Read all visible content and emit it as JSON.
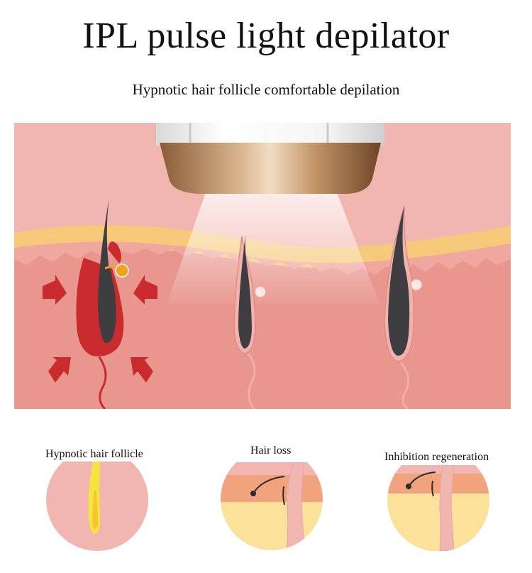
{
  "header": {
    "title": "IPL pulse light depilator",
    "subtitle": "Hypnotic hair follicle comfortable depilation"
  },
  "steps": [
    {
      "label": "Hypnotic hair follicle"
    },
    {
      "label": "Hair loss"
    },
    {
      "label": "Inhibition regeneration"
    }
  ],
  "colors": {
    "background": "#f2b6b0",
    "skin_surface": "#f6c97a",
    "dermis": "#e9968f",
    "follicle_red": "#c92b2f",
    "hair": "#3d3d42",
    "device_bronze": "#b98a5c"
  }
}
